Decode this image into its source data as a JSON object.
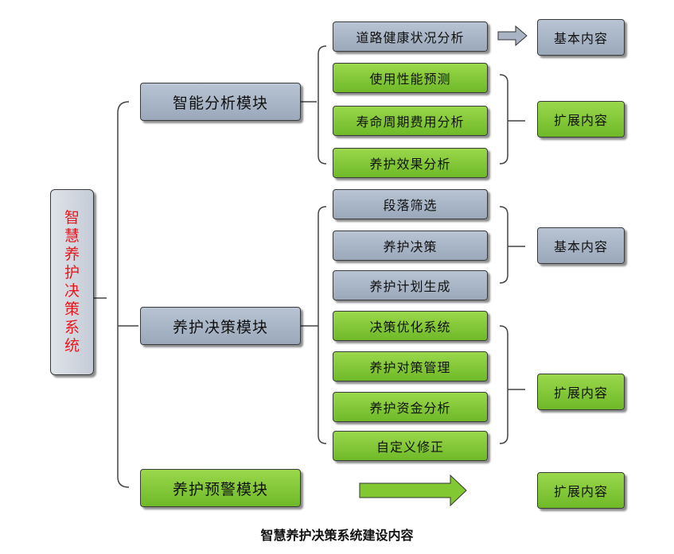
{
  "root_label": "智慧养护决策系统",
  "modules": {
    "analysis": "智能分析模块",
    "decision": "养护决策模块",
    "warning": "养护预警模块"
  },
  "items": {
    "road_health": "道路健康状况分析",
    "performance": "使用性能预测",
    "lifecycle": "寿命周期费用分析",
    "effect": "养护效果分析",
    "section_filter": "段落筛选",
    "decision": "养护决策",
    "plan": "养护计划生成",
    "optimize": "决策优化系统",
    "strategy": "养护对策管理",
    "fund": "养护资金分析",
    "custom": "自定义修正"
  },
  "categories": {
    "basic": "基本内容",
    "extended": "扩展内容"
  },
  "caption": "智慧养护决策系统建设内容",
  "colors": {
    "gray_fill": "#a9b5c5",
    "green_fill": "#82c832",
    "root_text": "#e8171c",
    "line": "#444444"
  }
}
